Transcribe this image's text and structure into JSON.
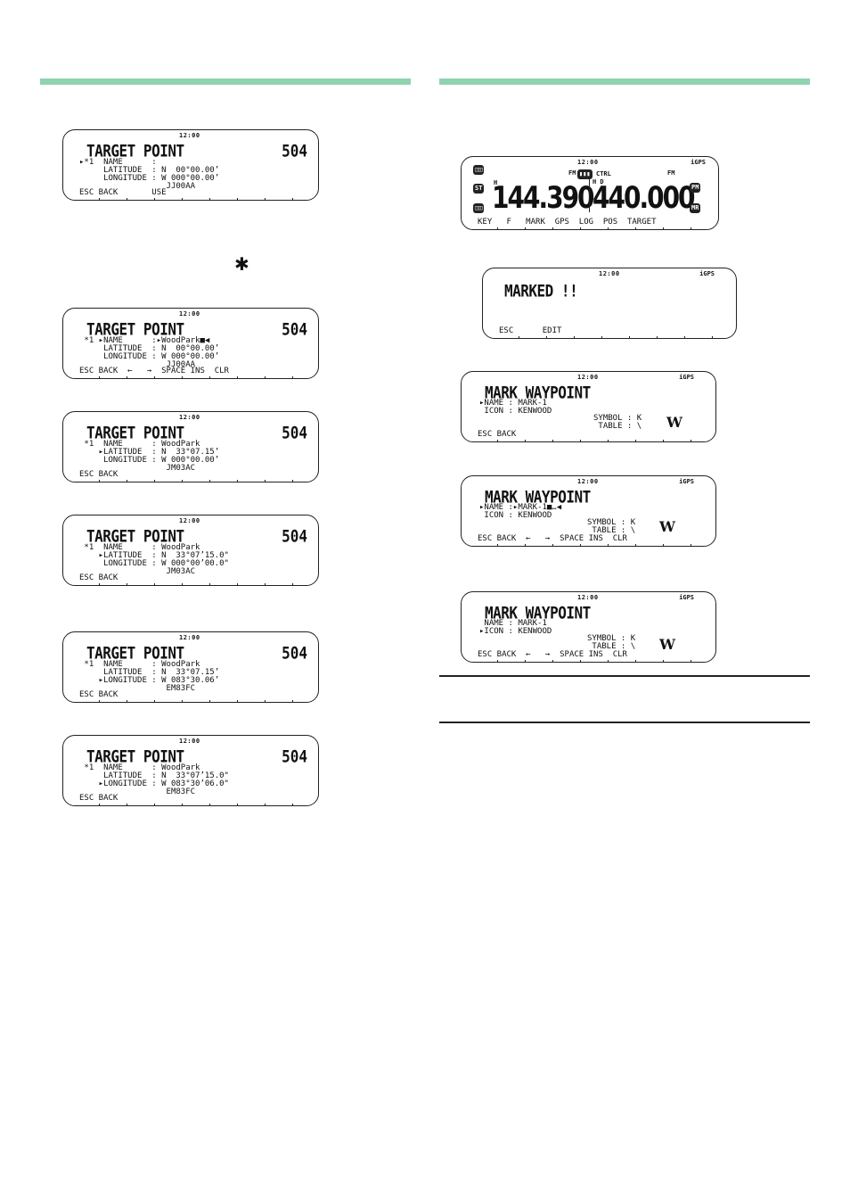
{
  "asterisk_symbol": "✱",
  "target_screens": [
    {
      "clock": "12:00",
      "title": "TARGET POINT",
      "channel": "504",
      "rows": "▸*1  NAME      :\n     LATITUDE  : N  00°00.00’\n     LONGITUDE : W 000°00.00’\n                  JJ00AA",
      "softkeys": "ESC BACK       USE"
    },
    {
      "clock": "12:00",
      "title": "TARGET POINT",
      "channel": "504",
      "rows": " *1 ▸NAME      :▸WoodPark■◀\n     LATITUDE  : N  00°00.00’\n     LONGITUDE : W 000°00.00’\n                  JJ00AA",
      "softkeys": "ESC BACK  ←   →  SPACE INS  CLR"
    },
    {
      "clock": "12:00",
      "title": "TARGET POINT",
      "channel": "504",
      "rows": " *1  NAME      : WoodPark\n    ▸LATITUDE  : N  33°07.15’\n     LONGITUDE : W 000°00.00’\n                  JM03AC",
      "softkeys": "ESC BACK"
    },
    {
      "clock": "12:00",
      "title": "TARGET POINT",
      "channel": "504",
      "rows": " *1  NAME      : WoodPark\n    ▸LATITUDE  : N  33°07’15.0\"\n     LONGITUDE : W 000°00’00.0\"\n                  JM03AC",
      "softkeys": "ESC BACK"
    },
    {
      "clock": "12:00",
      "title": "TARGET POINT",
      "channel": "504",
      "rows": " *1  NAME      : WoodPark\n     LATITUDE  : N  33°07.15’\n    ▸LONGITUDE : W 083°30.06’\n                  EM83FC",
      "softkeys": "ESC BACK"
    },
    {
      "clock": "12:00",
      "title": "TARGET POINT",
      "channel": "504",
      "rows": " *1  NAME      : WoodPark\n     LATITUDE  : N  33°07’15.0\"\n    ▸LONGITUDE : W 083°30’06.0\"\n                  EM83FC",
      "softkeys": "ESC BACK"
    }
  ],
  "main_screen": {
    "clock": "12:00",
    "igps": "iGPS",
    "fm_left": "FM",
    "fm_right": "FM",
    "ctrl": "CTRL",
    "hd": "H D",
    "h": "H",
    "freq_a": "144.390",
    "freq_b": "440.000",
    "badge_tl": "◫◫",
    "badge_ml": "ST",
    "badge_bl": "◫◫",
    "badge_tr": "PM",
    "badge_br": "MR",
    "softkeys": "KEY   F   MARK  GPS  LOG  POS  TARGET"
  },
  "marked_screen": {
    "clock": "12:00",
    "igps": "iGPS",
    "title": "MARKED !!",
    "softkeys": "ESC      EDIT"
  },
  "waypoint_screens": [
    {
      "clock": "12:00",
      "igps": "iGPS",
      "title": "MARK WAYPOINT",
      "rows": "▸NAME : MARK-1\n ICON : KENWOOD",
      "symbol_rows": "SYMBOL : K\n TABLE : \\",
      "symbol_glyph": "W",
      "softkeys": "ESC BACK"
    },
    {
      "clock": "12:00",
      "igps": "iGPS",
      "title": "MARK WAYPOINT",
      "rows": "▸NAME :▸MARK-1■…◀\n ICON : KENWOOD",
      "symbol_rows": "SYMBOL : K\n TABLE : \\",
      "symbol_glyph": "W",
      "softkeys": "ESC BACK  ←   →  SPACE INS  CLR"
    },
    {
      "clock": "12:00",
      "igps": "iGPS",
      "title": "MARK WAYPOINT",
      "rows": " NAME : MARK-1\n▸ICON : KENWOOD",
      "symbol_rows": "SYMBOL : K\n TABLE : \\",
      "symbol_glyph": "W",
      "softkeys": "ESC BACK  ←   →  SPACE INS  CLR"
    }
  ]
}
